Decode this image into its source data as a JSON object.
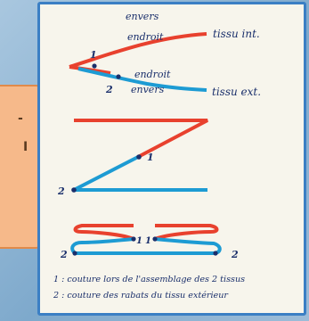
{
  "side_box": {
    "mark_top": "-",
    "mark_bottom": "I"
  },
  "diagram1": {
    "top_upper_label": "envers",
    "top_lower_label": "endroit",
    "top_fabric_label": "tissu int.",
    "bottom_upper_label": "endroit",
    "bottom_lower_label": "envers",
    "bottom_fabric_label": "tissu ext.",
    "marker_1": "1",
    "marker_2": "2"
  },
  "diagram2": {
    "marker_1": "1",
    "marker_2": "2"
  },
  "diagram3": {
    "marker_1a": "1",
    "marker_1b": "1",
    "marker_2a": "2",
    "marker_2b": "2"
  },
  "legend": {
    "line1": "1 : couture lors de l'assemblage des 2 tissus",
    "line2": "2 : couture des rabats du tissu extérieur"
  },
  "colors": {
    "red": "#e8412e",
    "blue": "#1d9bd3",
    "frame": "#3b7fc4",
    "ink": "#1a2f6b"
  }
}
